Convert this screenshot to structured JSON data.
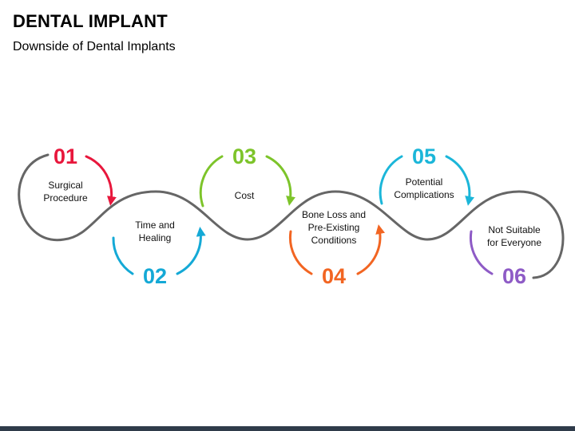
{
  "title": "DENTAL IMPLANT",
  "subtitle": "Downside of Dental Implants",
  "steps": [
    {
      "number": "01",
      "lines": [
        "Surgical",
        "Procedure"
      ],
      "color": "#e8173c"
    },
    {
      "number": "02",
      "lines": [
        "Time and",
        "Healing"
      ],
      "color": "#14a9d6"
    },
    {
      "number": "03",
      "lines": [
        "Cost"
      ],
      "color": "#7dc42a"
    },
    {
      "number": "04",
      "lines": [
        "Bone Loss and",
        "Pre-Existing",
        "Conditions"
      ],
      "color": "#f26522"
    },
    {
      "number": "05",
      "lines": [
        "Potential",
        "Complications"
      ],
      "color": "#1bb6d9"
    },
    {
      "number": "06",
      "lines": [
        "Not Suitable",
        "for Everyone"
      ],
      "color": "#8e5bc6"
    }
  ],
  "wave_color": "#666666"
}
